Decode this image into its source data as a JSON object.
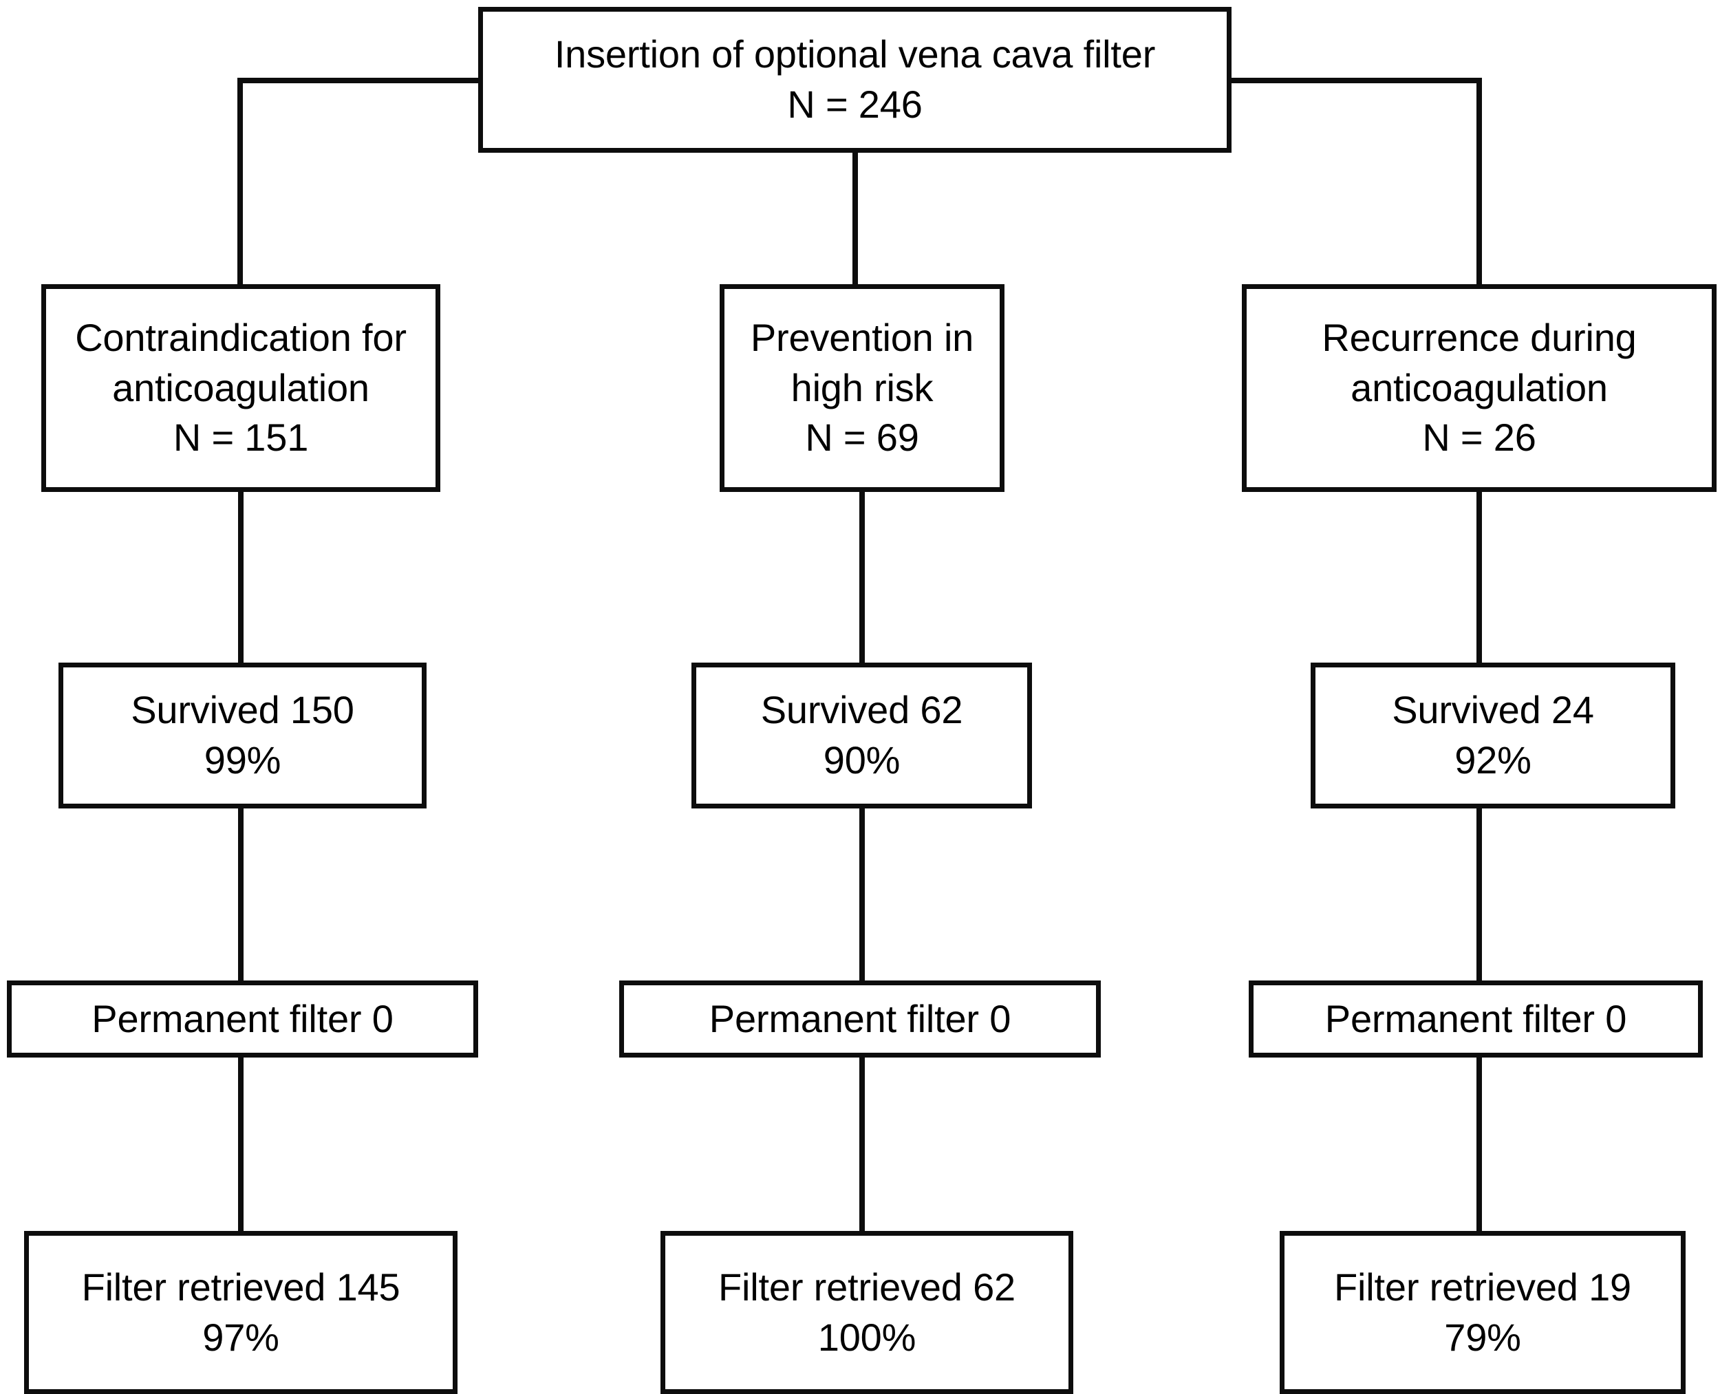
{
  "diagram": {
    "title": "Insertion of optional vena cava filter flowchart",
    "line_color": "#0d0d0d",
    "box_fill": "#ffffff",
    "text_color": "#000000"
  },
  "root": {
    "label": "Insertion of optional vena cava filter",
    "count_label": "N = 246",
    "n": 246
  },
  "branches": [
    {
      "id": "contraindication",
      "indication": {
        "line1": "Contraindication for",
        "line2": "anticoagulation",
        "count_label": "N = 151",
        "n": 151
      },
      "survived": {
        "line1": "Survived 150",
        "line2": "99%",
        "n": 150,
        "percent": "99%"
      },
      "permanent_filter": {
        "line1": "Permanent filter 0",
        "n": 0
      },
      "retrieved": {
        "line1": "Filter retrieved 145",
        "line2": "97%",
        "n": 145,
        "percent": "97%"
      }
    },
    {
      "id": "prevention",
      "indication": {
        "line1": "Prevention in",
        "line2": "high risk",
        "count_label": "N = 69",
        "n": 69
      },
      "survived": {
        "line1": "Survived 62",
        "line2": "90%",
        "n": 62,
        "percent": "90%"
      },
      "permanent_filter": {
        "line1": "Permanent filter 0",
        "n": 0
      },
      "retrieved": {
        "line1": "Filter retrieved 62",
        "line2": "100%",
        "n": 62,
        "percent": "100%"
      }
    },
    {
      "id": "recurrence",
      "indication": {
        "line1": "Recurrence during",
        "line2": "anticoagulation",
        "count_label": "N = 26",
        "n": 26
      },
      "survived": {
        "line1": "Survived 24",
        "line2": "92%",
        "n": 24,
        "percent": "92%"
      },
      "permanent_filter": {
        "line1": "Permanent filter 0",
        "n": 0
      },
      "retrieved": {
        "line1": "Filter retrieved 19",
        "line2": "79%",
        "n": 19,
        "percent": "79%"
      }
    }
  ]
}
